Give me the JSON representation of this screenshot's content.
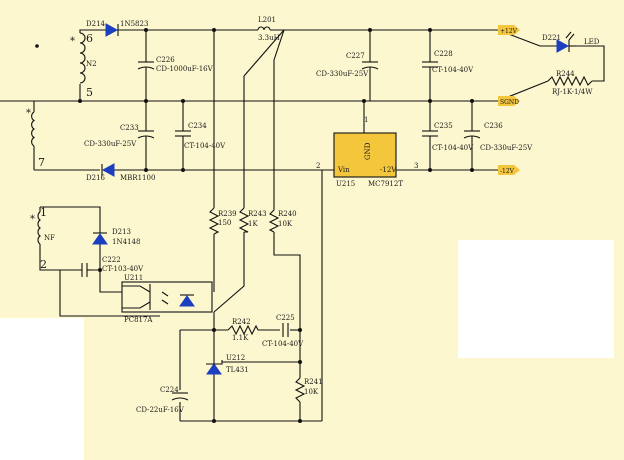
{
  "colors": {
    "background": "#fcf7cf",
    "white_patch": "#ffffff",
    "wire": "#111111",
    "diode_fill": "#1b3fbf",
    "tag_fill": "#f3c63c",
    "tag_text": "#7a3c00",
    "ic_fill": "#f3c63c",
    "ic_border": "#c58a16"
  },
  "winding_numbers": {
    "n6": "6",
    "n5": "5",
    "n7": "7",
    "n1": "1",
    "n2": "2"
  },
  "transformer_labels": {
    "n2": "N2",
    "nf": "NF",
    "dot_mark": "*"
  },
  "diodes": {
    "d214_ref": "D214",
    "d214_val": "1N5823",
    "d216_ref": "D216",
    "d216_val": "MBR1100",
    "d213_ref": "D213",
    "d213_val": "1N4148",
    "d221_ref": "D221",
    "d221_val": "LED"
  },
  "inductor": {
    "ref": "L201",
    "val": "3.3uH"
  },
  "capacitors": {
    "c226_ref": "C226",
    "c226_val": "CD-1000uF-16V",
    "c233_ref": "C233",
    "c233_val": "CD-330uF-25V",
    "c234_ref": "C234",
    "c234_val": "CT-104-40V",
    "c227_ref": "C227",
    "c227_val": "CD-330uF-25V",
    "c228_ref": "C228",
    "c228_val": "CT-104-40V",
    "c235_ref": "C235",
    "c235_val": "CT-104-40V",
    "c236_ref": "C236",
    "c236_val": "CD-330uF-25V",
    "c222_ref": "C222",
    "c222_val": "CT-103-40V",
    "c225_ref": "C225",
    "c225_val": "CT-104-40V",
    "c224_ref": "C224",
    "c224_val": "CD-22uF-16V"
  },
  "resistors": {
    "r244_ref": "R244",
    "r244_val": "RJ-1K-1/4W",
    "r239_ref": "R239",
    "r239_val": "150",
    "r243_ref": "R243",
    "r243_val": "1K",
    "r240_ref": "R240",
    "r240_val": "10K",
    "r242_ref": "R242",
    "r242_val": "1.1K",
    "r241_ref": "R241",
    "r241_val": "10K"
  },
  "regulator": {
    "gnd": "GND",
    "pin1": "1",
    "pin2": "2",
    "pin3": "3",
    "vin": "Vin",
    "vout": "-12V",
    "ref": "U215",
    "part": "MC7912T"
  },
  "optocoupler": {
    "ref": "U211",
    "part": "PC817A"
  },
  "shunt_reg": {
    "ref": "U212",
    "part": "TL431"
  },
  "net_tags": {
    "plus12": "+12V",
    "sgnd": "SGND",
    "minus12": "-12V"
  }
}
